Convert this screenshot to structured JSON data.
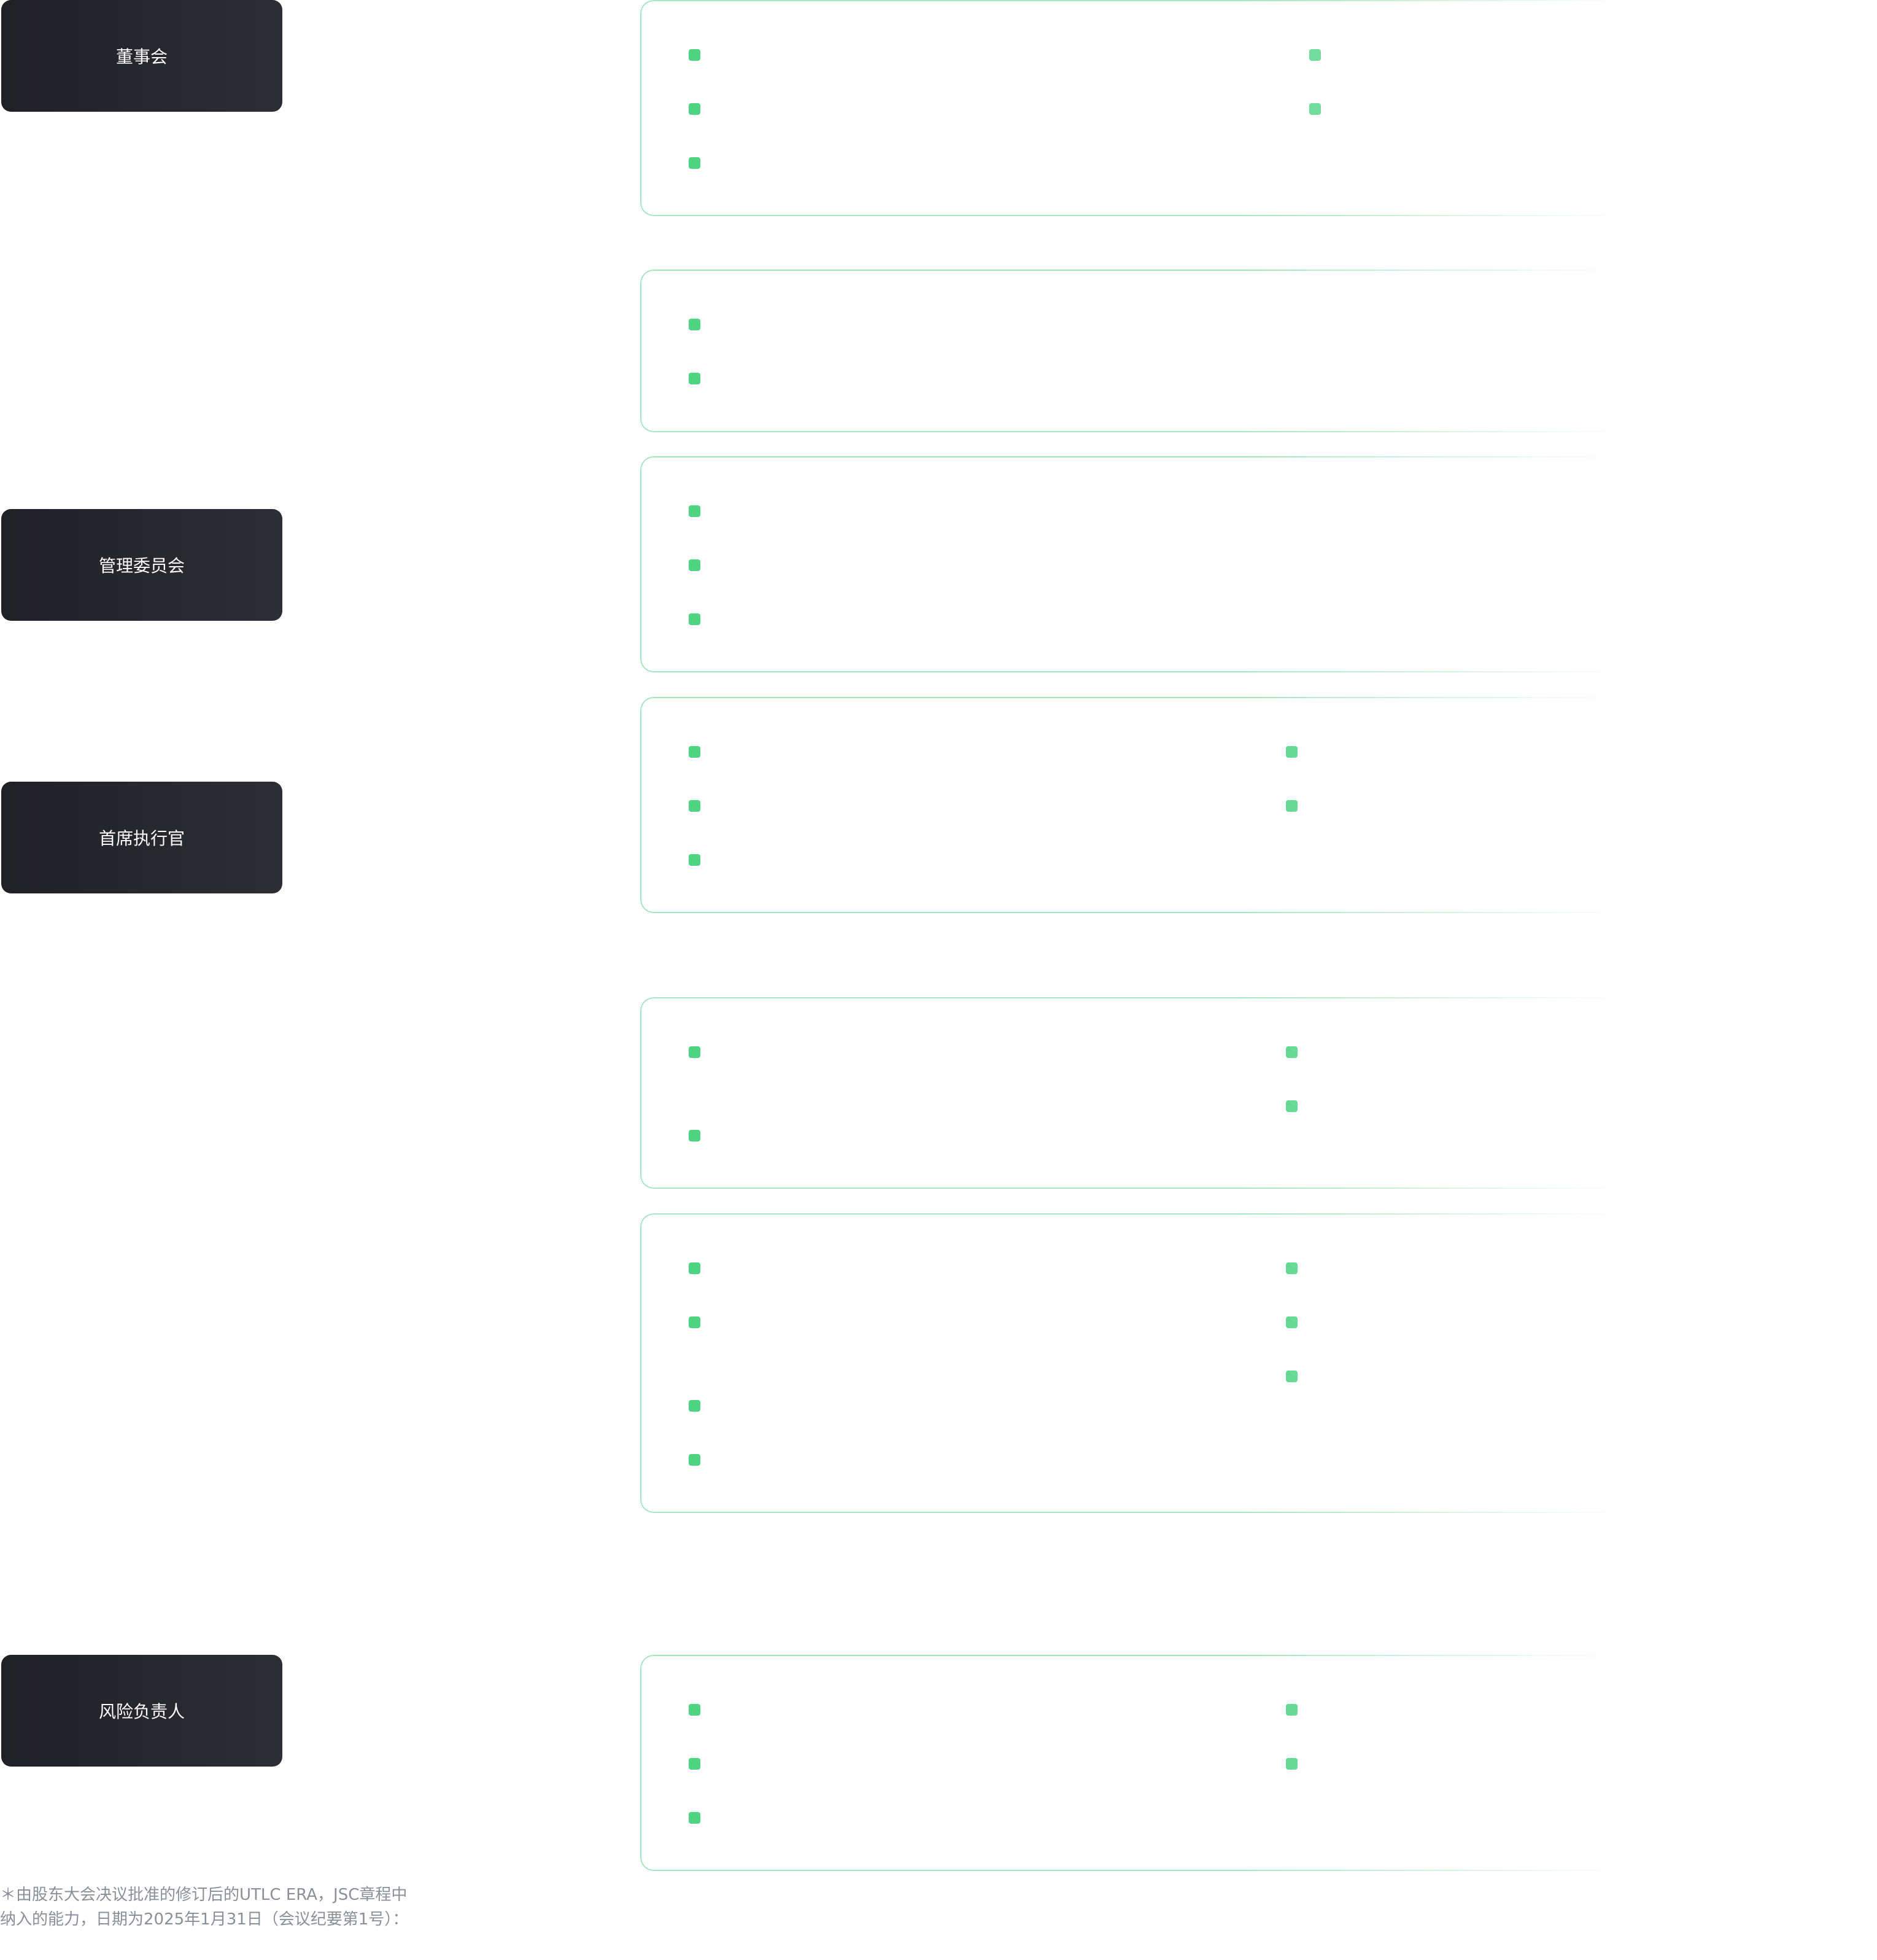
{
  "roles": {
    "board": "董事会",
    "management_committee": "管理委员会",
    "ceo": "首席执行官",
    "risk_officer": "风险负责人"
  },
  "footnote": "＊由股东大会决议批准的修订后的UTLC ERA，JSC章程中纳入的能力，日期为2025年1月31日（会议纪要第1号）：",
  "colors": {
    "role_background": "#25272c",
    "card_border": "#a5e6bf",
    "bullet": "#4fd484",
    "footnote_text": "#8a8f98"
  }
}
